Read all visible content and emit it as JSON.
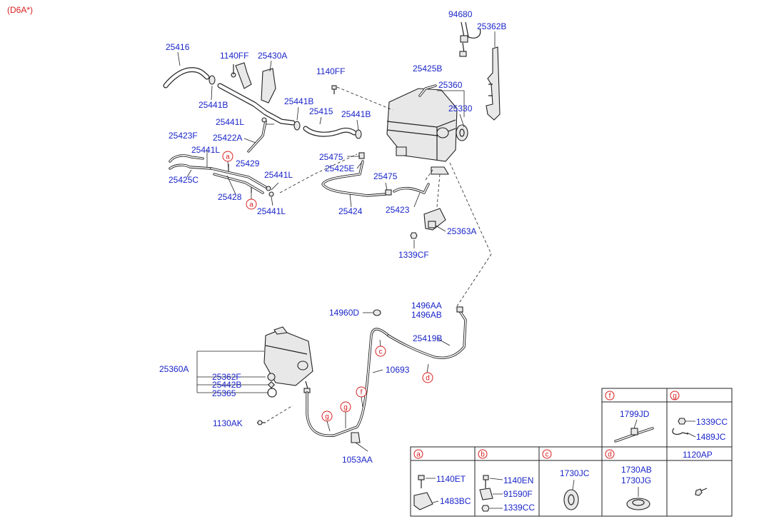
{
  "header": {
    "engine_code": "(D6A*)"
  },
  "parts": {
    "p94680": "94680",
    "p25362B": "25362B",
    "p25416": "25416",
    "p1140FF_a": "1140FF",
    "p25430A": "25430A",
    "p1140FF_b": "1140FF",
    "p25425B": "25425B",
    "p25360": "25360",
    "p25441B_a": "25441B",
    "p25441B_b": "25441B",
    "p25415": "25415",
    "p25441B_c": "25441B",
    "p25330": "25330",
    "p25441L_a": "25441L",
    "p25422A": "25422A",
    "p25423F": "25423F",
    "p25441L_b": "25441L",
    "p25429": "25429",
    "p25475_a": "25475",
    "p25425E": "25425E",
    "p25441L_c": "25441L",
    "p25475_b": "25475",
    "p25425C": "25425C",
    "p25428": "25428",
    "p25441L_d": "25441L",
    "p25424": "25424",
    "p25423": "25423",
    "p25363A": "25363A",
    "p1339CF": "1339CF",
    "p1496AA": "1496AA",
    "p1496AB": "1496AB",
    "p14960D": "14960D",
    "p25419B": "25419B",
    "p25360A": "25360A",
    "p10693": "10693",
    "p25362F": "25362F",
    "p25442B": "25442B",
    "p25365": "25365",
    "p1130AK": "1130AK",
    "p1053AA": "1053AA"
  },
  "callouts": {
    "a_top": "a",
    "a_bottom": "a",
    "c_main": "c",
    "d_main": "d",
    "f_main": "f",
    "g_left": "g",
    "g_right": "g"
  },
  "legend": {
    "top_row": [
      {
        "letter": "f",
        "parts": [
          "1799JD"
        ]
      },
      {
        "letter": "g",
        "parts": [
          "1339CC",
          "1489JC"
        ]
      }
    ],
    "bottom_row": [
      {
        "letter": "a",
        "parts": [
          "1140ET",
          "1483BC"
        ]
      },
      {
        "letter": "b",
        "parts": [
          "1140EN",
          "91590F",
          "1339CC"
        ]
      },
      {
        "letter": "c",
        "parts": [
          "1730JC"
        ]
      },
      {
        "letter": "d",
        "parts": [
          "1730AB",
          "1730JG"
        ]
      },
      {
        "letter": "",
        "title": "1120AP",
        "parts": []
      }
    ]
  },
  "colors": {
    "label": "#1a25c8",
    "callout": "#d81f1f",
    "line": "#222222"
  }
}
